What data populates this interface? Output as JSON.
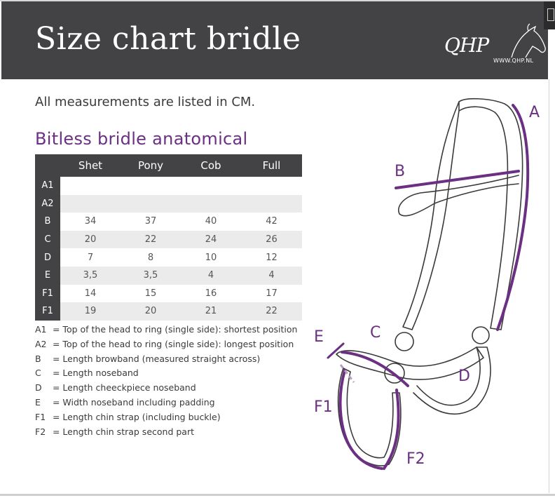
{
  "header": {
    "title": "Size chart bridle",
    "logo_text": "QHP",
    "logo_url": "WWW.QHP.NL"
  },
  "intro": "All measurements are listed in CM.",
  "section_title": "Bitless bridle anatomical",
  "table": {
    "columns": [
      "Shet",
      "Pony",
      "Cob",
      "Full"
    ],
    "rows": [
      {
        "key": "A1",
        "values": [
          "",
          "",
          "",
          ""
        ]
      },
      {
        "key": "A2",
        "values": [
          "",
          "",
          "",
          ""
        ]
      },
      {
        "key": "B",
        "values": [
          "34",
          "37",
          "40",
          "42"
        ]
      },
      {
        "key": "C",
        "values": [
          "20",
          "22",
          "24",
          "26"
        ]
      },
      {
        "key": "D",
        "values": [
          "7",
          "8",
          "10",
          "12"
        ]
      },
      {
        "key": "E",
        "values": [
          "3,5",
          "3,5",
          "4",
          "4"
        ]
      },
      {
        "key": "F1",
        "values": [
          "14",
          "15",
          "16",
          "17"
        ]
      },
      {
        "key": "F1",
        "values": [
          "19",
          "20",
          "21",
          "22"
        ]
      }
    ]
  },
  "legend": [
    {
      "key": "A1",
      "text": "= Top of the head to ring (single side): shortest position"
    },
    {
      "key": "A2",
      "text": "= Top of the head to ring (single side): longest position"
    },
    {
      "key": "B",
      "text": "= Length browband (measured straight across)"
    },
    {
      "key": "C",
      "text": "= Length noseband"
    },
    {
      "key": "D",
      "text": "= Length cheeckpiece noseband"
    },
    {
      "key": "E",
      "text": "= Width noseband including padding"
    },
    {
      "key": "F1",
      "text": "= Length chin strap (including buckle)"
    },
    {
      "key": "F2",
      "text": "= Length chin strap second part"
    }
  ],
  "diagram": {
    "labels": {
      "A": "A",
      "B": "B",
      "C": "C",
      "D": "D",
      "E": "E",
      "F1": "F1",
      "F2": "F2"
    },
    "accent_color": "#6b2f83",
    "header_color": "#434346"
  }
}
